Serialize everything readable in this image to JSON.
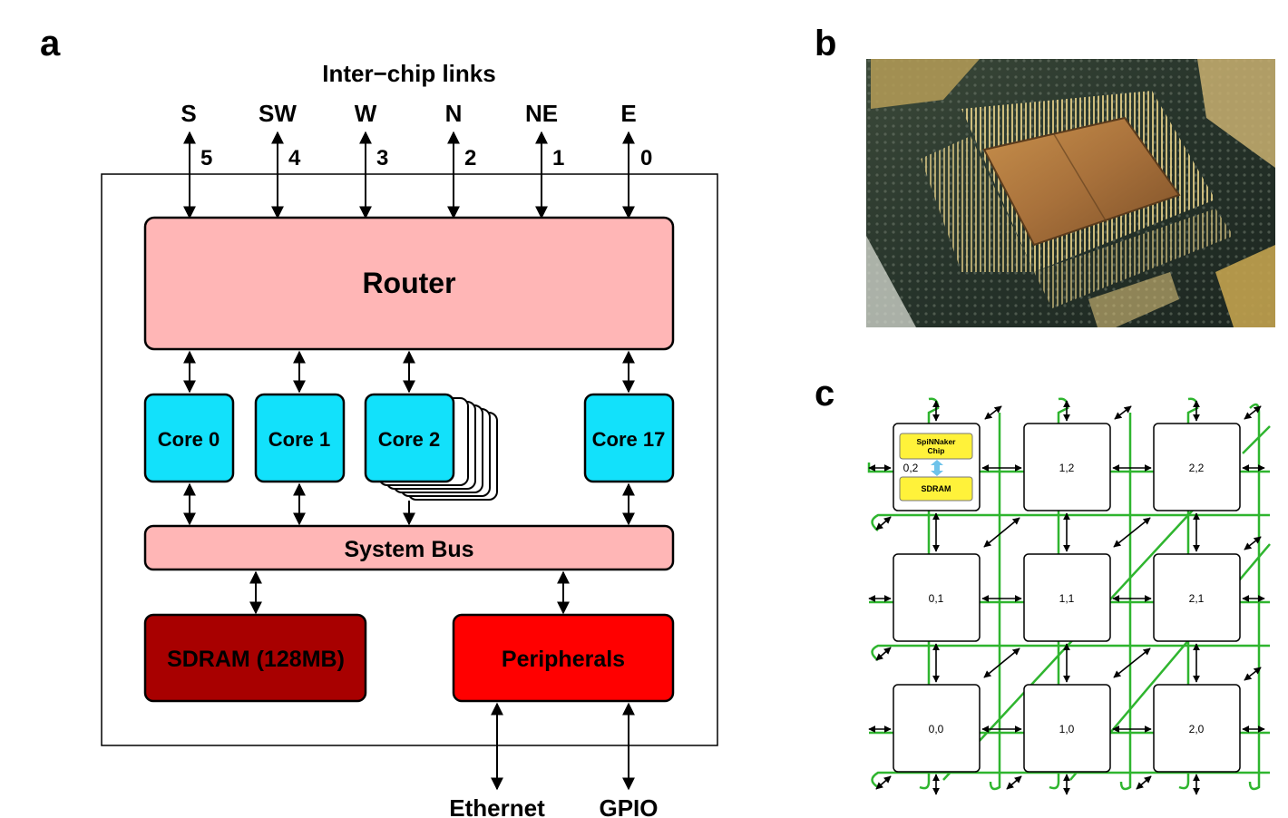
{
  "panels": {
    "a": "a",
    "b": "b",
    "c": "c"
  },
  "block_diagram": {
    "inter_chip_title": "Inter−chip links",
    "links": [
      {
        "dir": "S",
        "num": "5"
      },
      {
        "dir": "SW",
        "num": "4"
      },
      {
        "dir": "W",
        "num": "3"
      },
      {
        "dir": "N",
        "num": "2"
      },
      {
        "dir": "NE",
        "num": "1"
      },
      {
        "dir": "E",
        "num": "0"
      }
    ],
    "router": "Router",
    "cores": [
      "Core 0",
      "Core 1",
      "Core 2",
      "Core 17"
    ],
    "system_bus": "System Bus",
    "sdram": "SDRAM (128MB)",
    "peripherals": "Peripherals",
    "io": {
      "ethernet": "Ethernet",
      "gpio": "GPIO"
    },
    "colors": {
      "router": "#ffb6b6",
      "core": "#12e1fb",
      "bus": "#ffb6b6",
      "sdram": "#a80000",
      "peripherals": "#ff0000"
    }
  },
  "photo": {
    "kind": "chip-package-photo"
  },
  "grid": {
    "chip_labels": [
      "SpiNNaker",
      "Chip"
    ],
    "sdram_label": "SDRAM",
    "nodes": [
      [
        "0,2",
        "1,2",
        "2,2"
      ],
      [
        "0,1",
        "1,1",
        "2,1"
      ],
      [
        "0,0",
        "1,0",
        "2,0"
      ]
    ],
    "colors": {
      "wire": "#22c55e",
      "chip": "#fff23a"
    }
  }
}
